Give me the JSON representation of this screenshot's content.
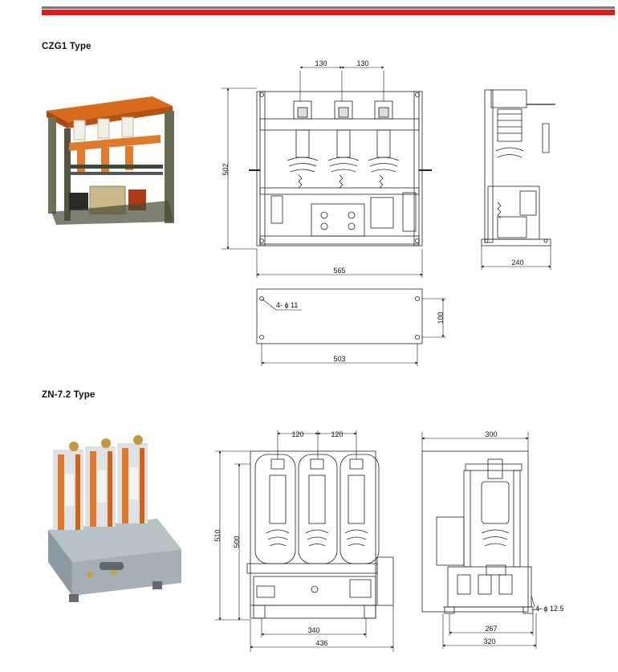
{
  "sections": {
    "czg1": {
      "title": "CZG1 Type",
      "dims": {
        "pitch_a": "130",
        "pitch_b": "130",
        "height": "502",
        "width": "565",
        "depth": "240",
        "mount_width": "503",
        "mount_height": "100",
        "holes": "4- ϕ 11"
      }
    },
    "zn72": {
      "title": "ZN-7.2 Type",
      "dims": {
        "pitch_a": "120",
        "pitch_b": "120",
        "height_outer": "510",
        "height_inner": "500",
        "mount_width": "340",
        "width": "436",
        "side_top": "300",
        "side_mount": "267",
        "side_width": "320",
        "holes": "4- ϕ 12.5"
      }
    }
  },
  "colors": {
    "bar_grey": "#7b7b7b",
    "bar_red": "#e21a1a",
    "photo_orange": "#e07a2a",
    "photo_steel": "#8d9aa3"
  }
}
